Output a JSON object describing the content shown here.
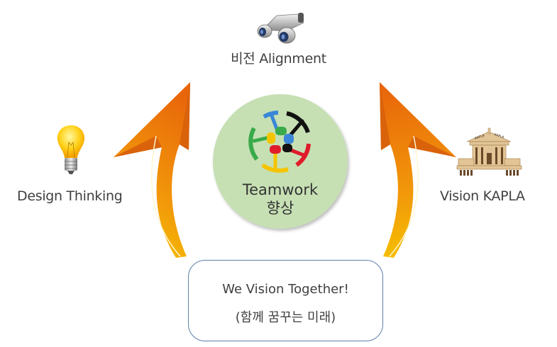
{
  "diagram": {
    "top": {
      "label": "비전 Alignment",
      "icon": "binoculars-icon"
    },
    "left": {
      "label": "Design Thinking",
      "icon": "lightbulb-icon"
    },
    "right": {
      "label": "Vision KAPLA",
      "icon": "kapla-building-icon"
    },
    "center": {
      "title": "Teamwork",
      "subtitle": "향상",
      "icon": "teamwork-hands-icon",
      "color": "#c6e0b4"
    },
    "bottom": {
      "line1": "We Vision Together!",
      "line2": "(함께 꿈꾸는 미래)",
      "border_color": "#5b7fa8"
    },
    "arrows": {
      "count": 2,
      "direction": "up",
      "gradient": [
        "#e8650a",
        "#f5b800"
      ]
    },
    "building_sign_text": [
      "KAPLA",
      "KAPLA"
    ]
  }
}
